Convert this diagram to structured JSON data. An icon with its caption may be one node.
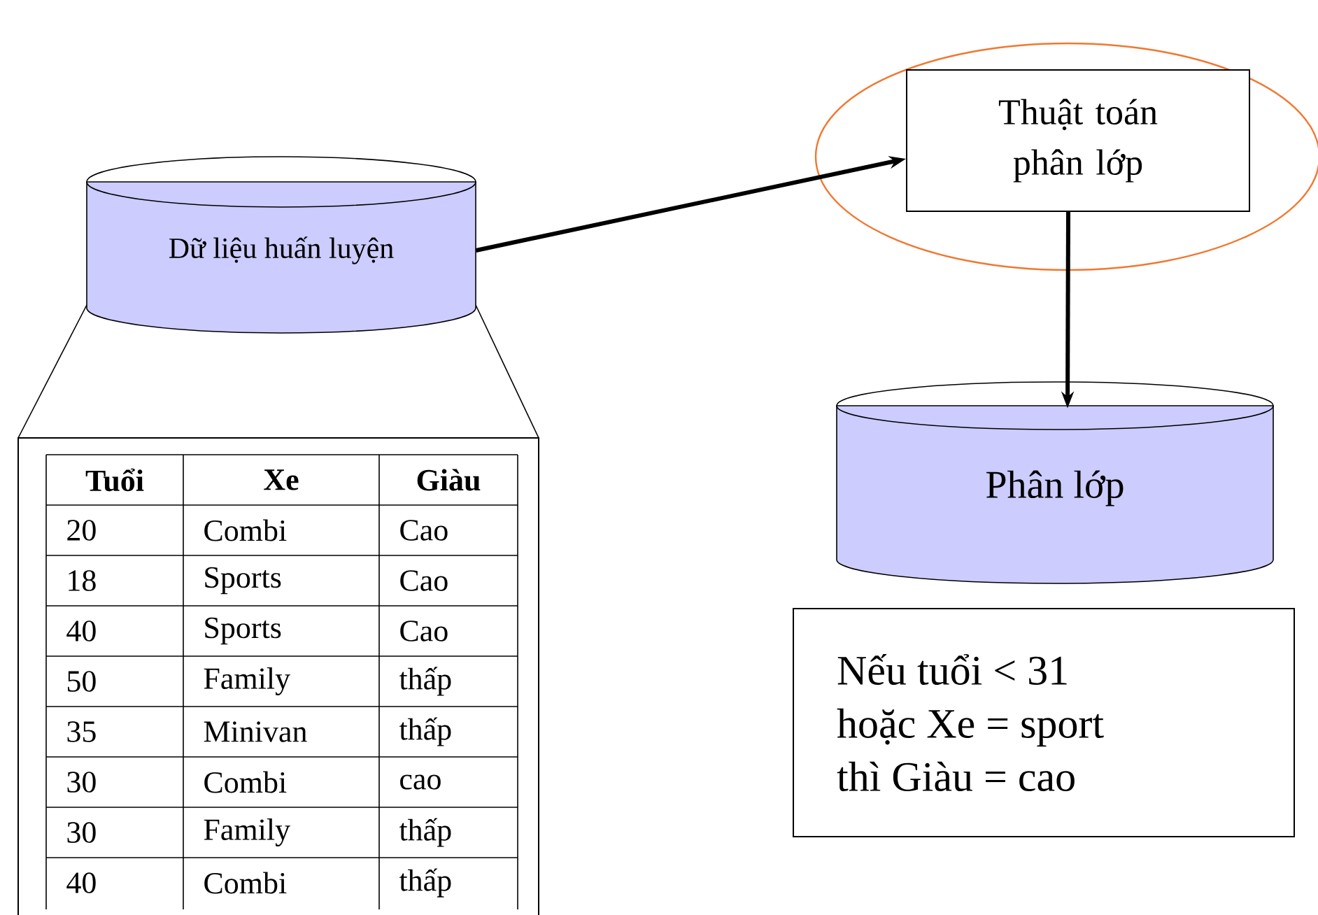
{
  "diagram": {
    "nodes": [
      {
        "text": [
          "Dữ liệu huấn luyện"
        ]
      },
      {
        "text": [],
        "shape": "ellipse"
      },
      {
        "text": [
          "Thuật toán phân lớp"
        ],
        "in": 1
      },
      {
        "text": [
          "Phân lớp"
        ]
      },
      {
        "text": [
          "Nếu tuổi < 31 hoặc Xe = sport thì Giàu = cao"
        ]
      }
    ],
    "edges": [
      {
        "from": 0,
        "to": 2,
        "arrow": "to"
      },
      {
        "from": 2,
        "to": 3,
        "arrow": "to"
      }
    ],
    "labels": [
      "Tuổi",
      "Xe",
      "Giàu",
      "20",
      "Combi",
      "Cao",
      "18",
      "Sports",
      "Cao",
      "40",
      "Sports",
      "Cao",
      "50",
      "Family",
      "thấp",
      "35",
      "Minivan",
      "thấp",
      "30",
      "Combi",
      "cao",
      "30",
      "Family",
      "thấp",
      "40",
      "Combi",
      "thấp"
    ]
  }
}
